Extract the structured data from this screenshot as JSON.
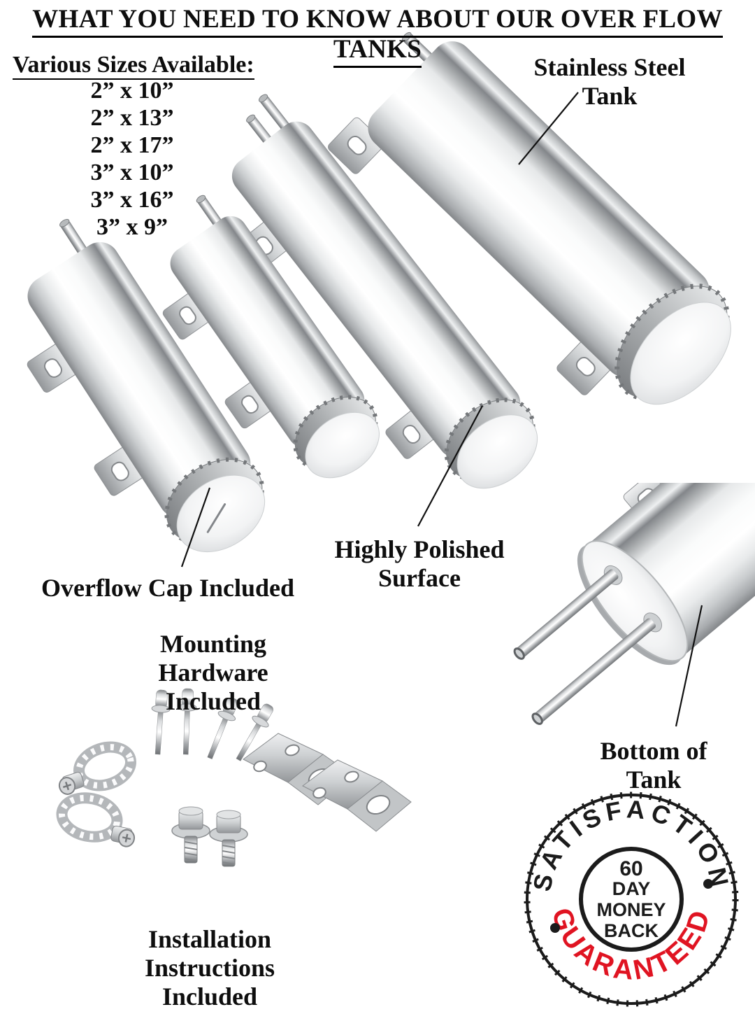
{
  "title": "WHAT YOU NEED TO KNOW ABOUT OUR OVER FLOW TANKS",
  "sizes": {
    "heading": "Various Sizes Available:",
    "items": [
      "2” x 10”",
      "2” x 13”",
      "2” x 17”",
      "3” x 10”",
      "3” x 16”",
      "3” x 9”"
    ]
  },
  "labels": {
    "stainless_line1": "Stainless Steel",
    "stainless_line2": "Tank",
    "overflow_cap": "Overflow Cap Included",
    "polished_line1": "Highly Polished",
    "polished_line2": "Surface",
    "hardware_line1": "Mounting Hardware",
    "hardware_line2": "Included",
    "bottom_of_tank": "Bottom of Tank",
    "instructions_line1": "Installation Instructions",
    "instructions_line2": "Included"
  },
  "stamp": {
    "top_text": "SATISFACTION",
    "bottom_text": "GUARANTEED",
    "center_lines": [
      "60",
      "DAY",
      "MONEY",
      "BACK"
    ],
    "colors": {
      "ink_black": "#1b1b1b",
      "ink_red": "#e01422"
    }
  }
}
